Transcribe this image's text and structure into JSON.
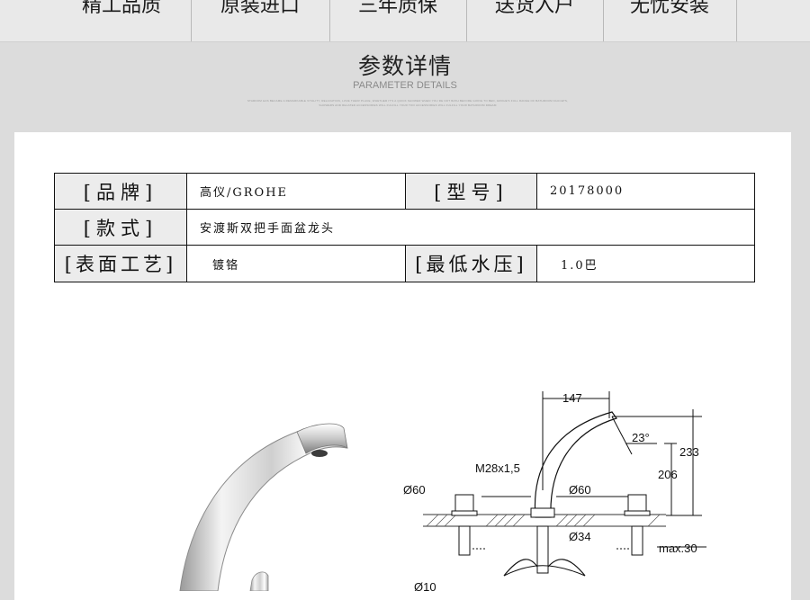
{
  "features": [
    "精工品质",
    "原装进口",
    "三年质保",
    "送货入户",
    "无忧安装"
  ],
  "section": {
    "title": "参数详情",
    "subtitle": "PARAMETER DETAILS",
    "fine_print": "STARDOM HAS BECAME A REMARKABLE VITALITY, RELAXATION, LOVE THEIR PLACE, WHETHER IT'S A QUICK SHOWER WHEN YOU RE NOT BATH BEFORE GOING TO BED, GROHE'S FULL RANGE OF BATHROOM FAUCETS, SHOWERS AND RELATED ACCESSORIES WILL FULFILL YOUR TOO ACCESSORIES WILL FULFILL YOUR BATHROOM DREAM"
  },
  "params": {
    "brand_label": "[品牌]",
    "brand_value": "高仪/GROHE",
    "model_label": "[型号]",
    "model_value": "20178000",
    "style_label": "[款式]",
    "style_value": "安渡斯双把手面盆龙头",
    "finish_label": "[表面工艺]",
    "finish_value": "镀铬",
    "pressure_label": "[最低水压]",
    "pressure_value": "1.0巴"
  },
  "diagram": {
    "dim_147": "147",
    "angle_23": "23°",
    "dim_233": "233",
    "dim_206": "206",
    "thread": "M28x1,5",
    "dia_60_left": "Ø60",
    "dia_60_right": "Ø60",
    "dia_34": "Ø34",
    "max_30": "max.30",
    "dia_10": "Ø10"
  }
}
